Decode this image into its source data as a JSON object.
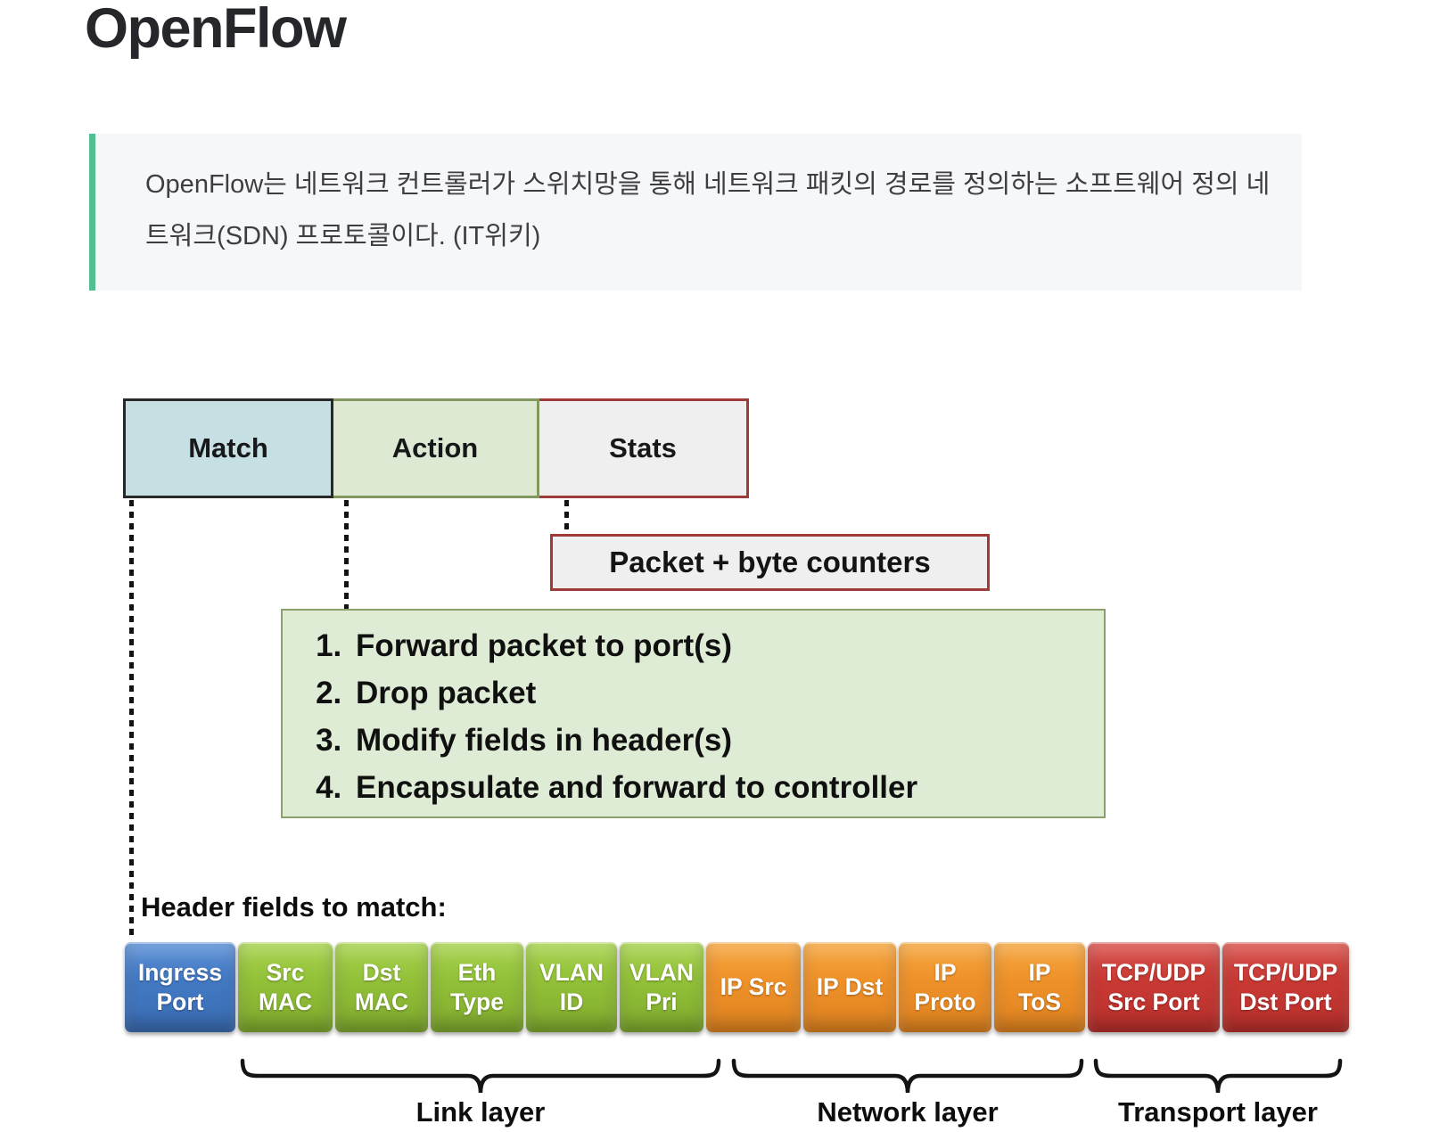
{
  "page": {
    "title": "OpenFlow",
    "background": "#ffffff"
  },
  "quote": {
    "text": "OpenFlow는 네트워크 컨트롤러가 스위치망을 통해 네트워크 패킷의 경로를 정의하는 소프트웨어 정의 네트워크(SDN) 프로토콜이다. (IT위키)",
    "accent_color": "#52bf90",
    "background": "#f6f7f8"
  },
  "flow_table": {
    "columns": [
      {
        "label": "Match",
        "fill": "#c6dfe2",
        "border": "#26282a"
      },
      {
        "label": "Action",
        "fill": "#dde9d2",
        "border": "#82985f"
      },
      {
        "label": "Stats",
        "fill": "#f0efef",
        "border": "#9e3a38"
      }
    ]
  },
  "stats_note": {
    "label": "Packet + byte counters",
    "border": "#9e3a38",
    "fill": "#f0eff0"
  },
  "actions": {
    "items": [
      "Forward packet to port(s)",
      "Drop packet",
      "Modify fields in header(s)",
      "Encapsulate and forward to controller"
    ],
    "fill": "#dfecd5",
    "border": "#8ca06b"
  },
  "header_fields": {
    "heading": "Header fields to match:",
    "fields": [
      {
        "lines": [
          "Ingress",
          "Port"
        ],
        "group": "port"
      },
      {
        "lines": [
          "Src",
          "MAC"
        ],
        "group": "link"
      },
      {
        "lines": [
          "Dst",
          "MAC"
        ],
        "group": "link"
      },
      {
        "lines": [
          "Eth",
          "Type"
        ],
        "group": "link"
      },
      {
        "lines": [
          "VLAN",
          "ID"
        ],
        "group": "link"
      },
      {
        "lines": [
          "VLAN",
          "Pri"
        ],
        "group": "link"
      },
      {
        "lines": [
          "IP Src"
        ],
        "group": "network"
      },
      {
        "lines": [
          "IP Dst"
        ],
        "group": "network"
      },
      {
        "lines": [
          "IP",
          "Proto"
        ],
        "group": "network"
      },
      {
        "lines": [
          "IP",
          "ToS"
        ],
        "group": "network"
      },
      {
        "lines": [
          "TCP/UDP",
          "Src Port"
        ],
        "group": "transport"
      },
      {
        "lines": [
          "TCP/UDP",
          "Dst Port"
        ],
        "group": "transport"
      }
    ],
    "group_colors": {
      "port": "#4379c4",
      "link": "#92c138",
      "network": "#ef9129",
      "transport": "#c93934"
    }
  },
  "layers": [
    {
      "label": "Link layer"
    },
    {
      "label": "Network layer"
    },
    {
      "label": "Transport layer"
    }
  ]
}
